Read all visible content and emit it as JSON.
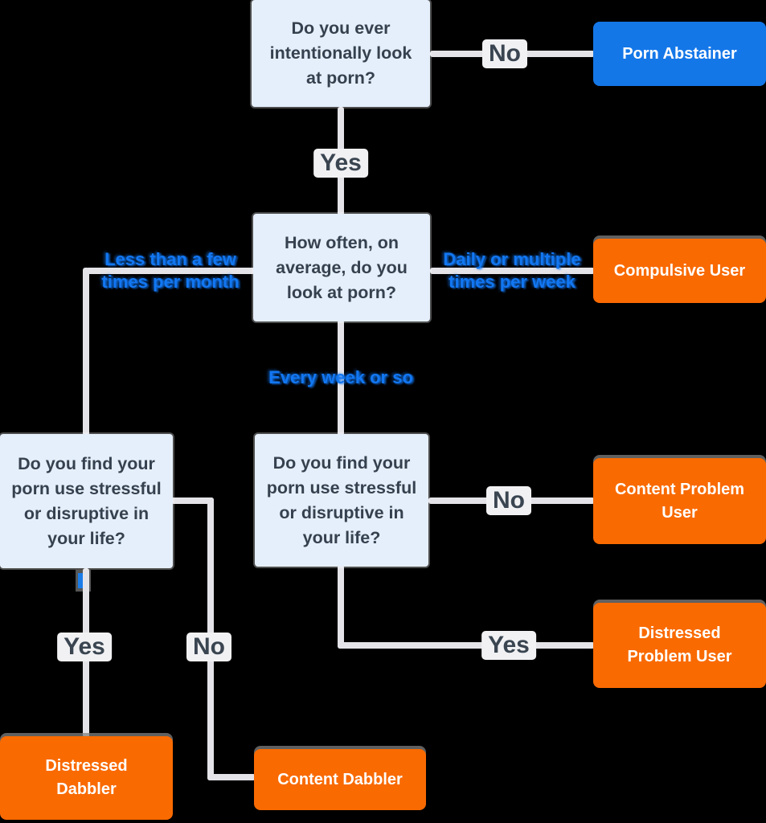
{
  "questions": {
    "q_intentional": {
      "lines": [
        "Do you ever",
        "intentionally look",
        "at porn?"
      ]
    },
    "q_how_often": {
      "lines": [
        "How often, on",
        "average, do you",
        "look at porn?"
      ]
    },
    "q_stress_left": {
      "lines": [
        "Do you find your",
        "porn use stressful",
        "or disruptive in",
        "your life?"
      ]
    },
    "q_stress_mid": {
      "lines": [
        "Do you find your",
        "porn use stressful",
        "or disruptive in",
        "your life?"
      ]
    }
  },
  "results": {
    "porn_abstainer": {
      "lines": [
        "Porn Abstainer"
      ]
    },
    "compulsive_user": {
      "lines": [
        "Compulsive User"
      ]
    },
    "content_problem_user": {
      "lines": [
        "Content Problem",
        "User"
      ]
    },
    "distressed_problem_user": {
      "lines": [
        "Distressed",
        "Problem User"
      ]
    },
    "distressed_dabbler": {
      "lines": [
        "Distressed",
        "Dabbler"
      ]
    },
    "content_dabbler": {
      "lines": [
        "Content Dabbler"
      ]
    }
  },
  "edge_labels": {
    "no_top": "No",
    "yes_top": "Yes",
    "daily": {
      "lines": [
        "Daily or multiple",
        "times per week"
      ]
    },
    "less": {
      "lines": [
        "Less than a few",
        "times per month"
      ]
    },
    "every": {
      "lines": [
        "Every week or so"
      ]
    },
    "no_mid": "No",
    "yes_mid": "Yes",
    "yes_left": "Yes",
    "no_left": "No"
  },
  "colors": {
    "background": "#000000",
    "question_bg": "#e5effb",
    "question_text": "#36414f",
    "result_orange": "#f96a01",
    "result_blue": "#1477e8",
    "connector": "#e4e3e8",
    "edge_label_blue": "#1277f2",
    "yes_no_text": "#3a4551",
    "yes_no_halo": "#f1f1f3"
  }
}
